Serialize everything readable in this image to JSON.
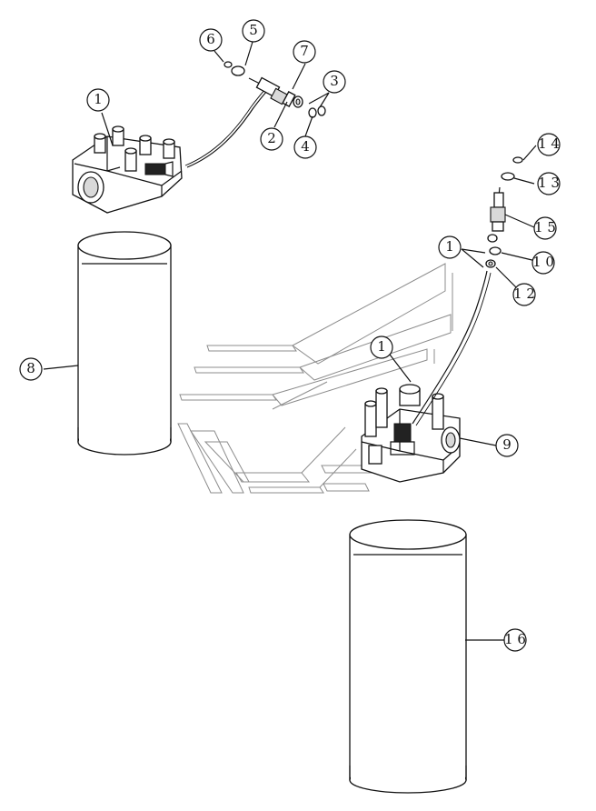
{
  "callouts": [
    {
      "id": "c1a",
      "label": "1"
    },
    {
      "id": "c2",
      "label": "2"
    },
    {
      "id": "c3",
      "label": "3"
    },
    {
      "id": "c4",
      "label": "4"
    },
    {
      "id": "c5",
      "label": "5"
    },
    {
      "id": "c6",
      "label": "6"
    },
    {
      "id": "c7",
      "label": "7"
    },
    {
      "id": "c8",
      "label": "8"
    },
    {
      "id": "c1b",
      "label": "1"
    },
    {
      "id": "c10",
      "label": "1 0"
    },
    {
      "id": "c12",
      "label": "1 2"
    },
    {
      "id": "c13",
      "label": "1 3"
    },
    {
      "id": "c14",
      "label": "1 4"
    },
    {
      "id": "c15",
      "label": "1 5"
    },
    {
      "id": "c1c",
      "label": "1"
    },
    {
      "id": "c9",
      "label": "9"
    },
    {
      "id": "c16",
      "label": "1 6"
    }
  ]
}
